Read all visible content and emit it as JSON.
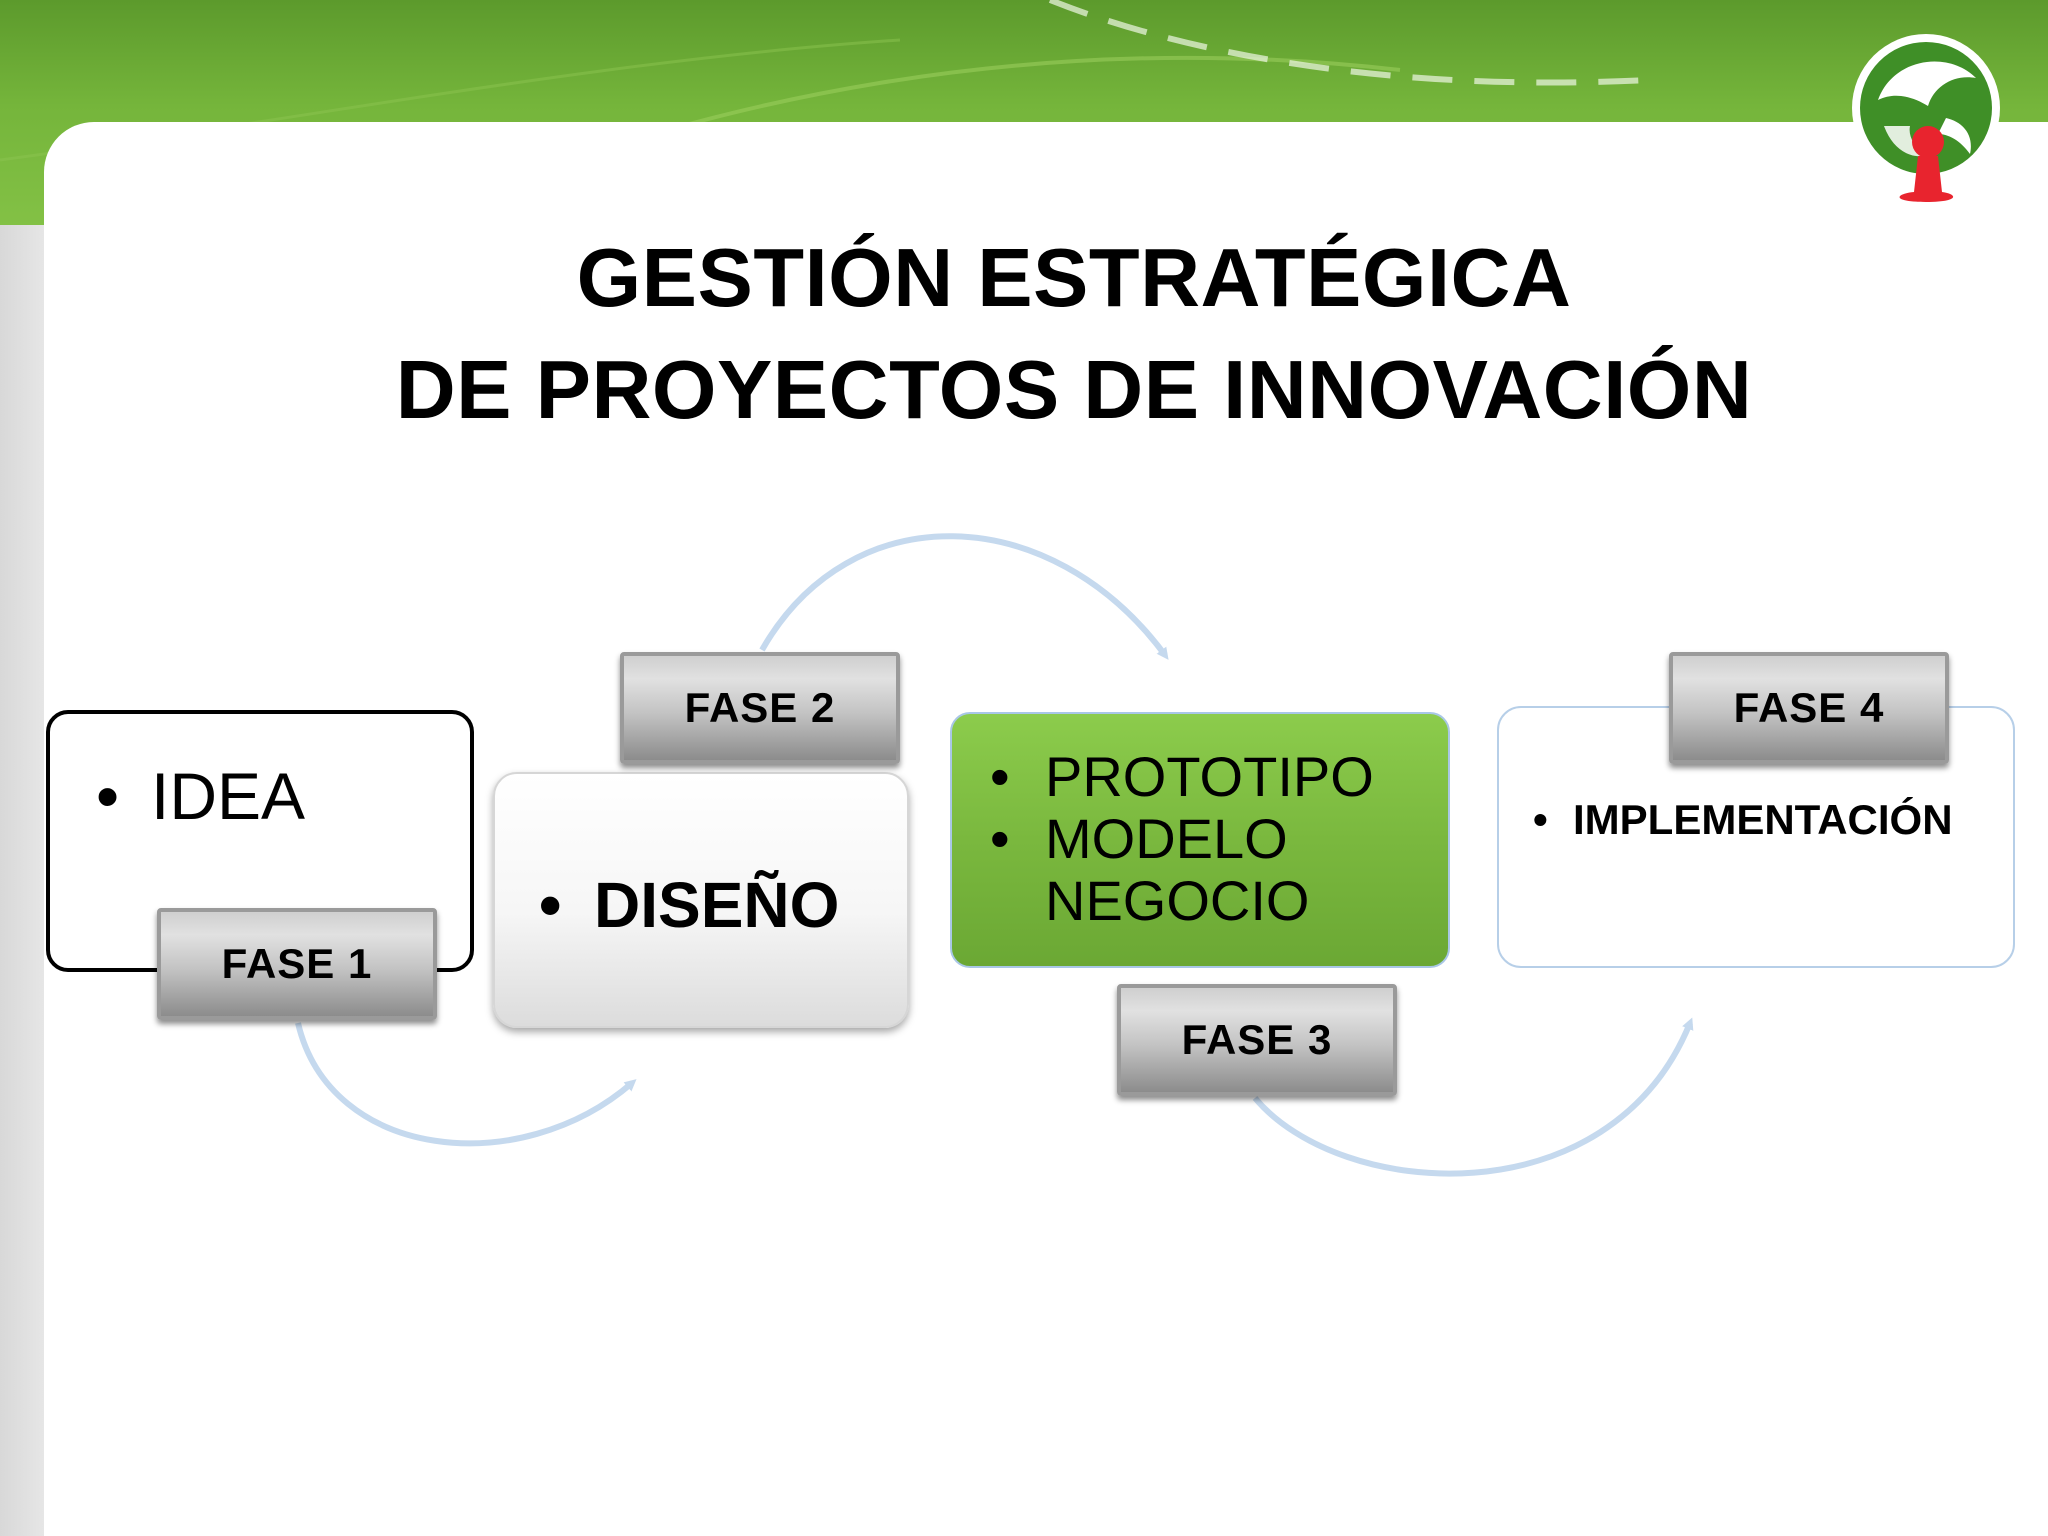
{
  "slide": {
    "title_line1": "GESTIÓN ESTRATÉGICA",
    "title_line2": "DE PROYECTOS DE INNOVACIÓN"
  },
  "phases": [
    {
      "tag": "FASE 1",
      "items": [
        "IDEA"
      ]
    },
    {
      "tag": "FASE 2",
      "items": [
        "DISEÑO"
      ]
    },
    {
      "tag": "FASE 3",
      "items": [
        "PROTOTIPO",
        "MODELO NEGOCIO"
      ]
    },
    {
      "tag": "FASE 4",
      "items": [
        "IMPLEMENTACIÓN"
      ]
    }
  ],
  "colors": {
    "header_green": "#7ab83e",
    "phase3_fill": "#7ab83e",
    "tag_gray": "#b5b5b5",
    "arrow_blue": "#bdd3ea",
    "logo_red": "#e8242e",
    "logo_green": "#3f8f27"
  },
  "icons": {
    "logo": "green-globe-logo-icon"
  }
}
